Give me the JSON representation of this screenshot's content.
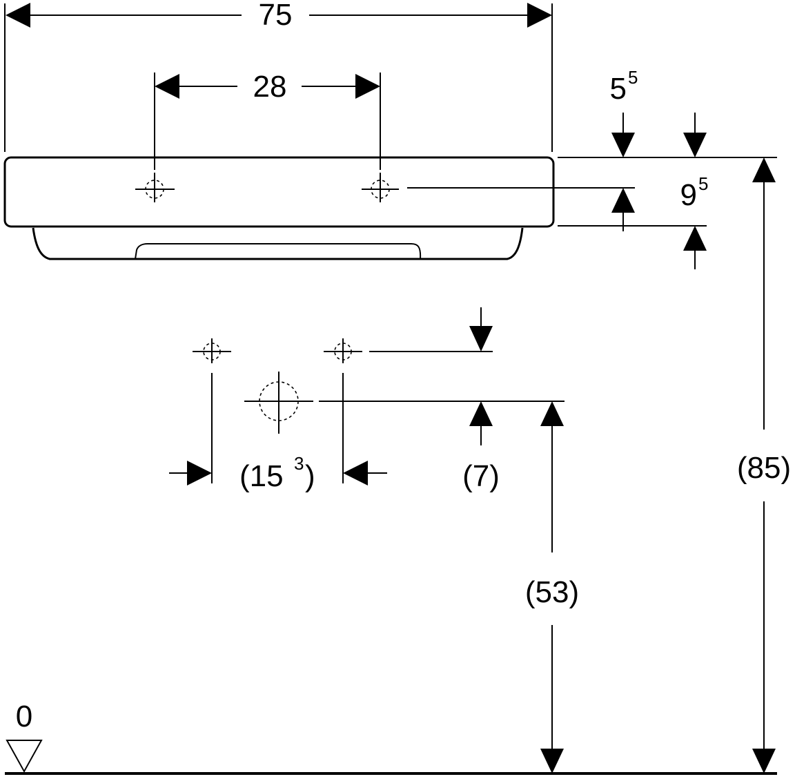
{
  "dimensions": {
    "overall_width": "75",
    "tap_hole_spacing": "28",
    "rim_offset": {
      "base": "5",
      "sup": "5"
    },
    "rim_thickness": {
      "base": "9",
      "sup": "5"
    },
    "supply_spacing": {
      "open": "(",
      "base": "15",
      "sup": "3",
      "close": ")"
    },
    "supply_to_waste": "(7)",
    "waste_height": "(53)",
    "rim_height": "(85)",
    "floor_level": "0"
  }
}
